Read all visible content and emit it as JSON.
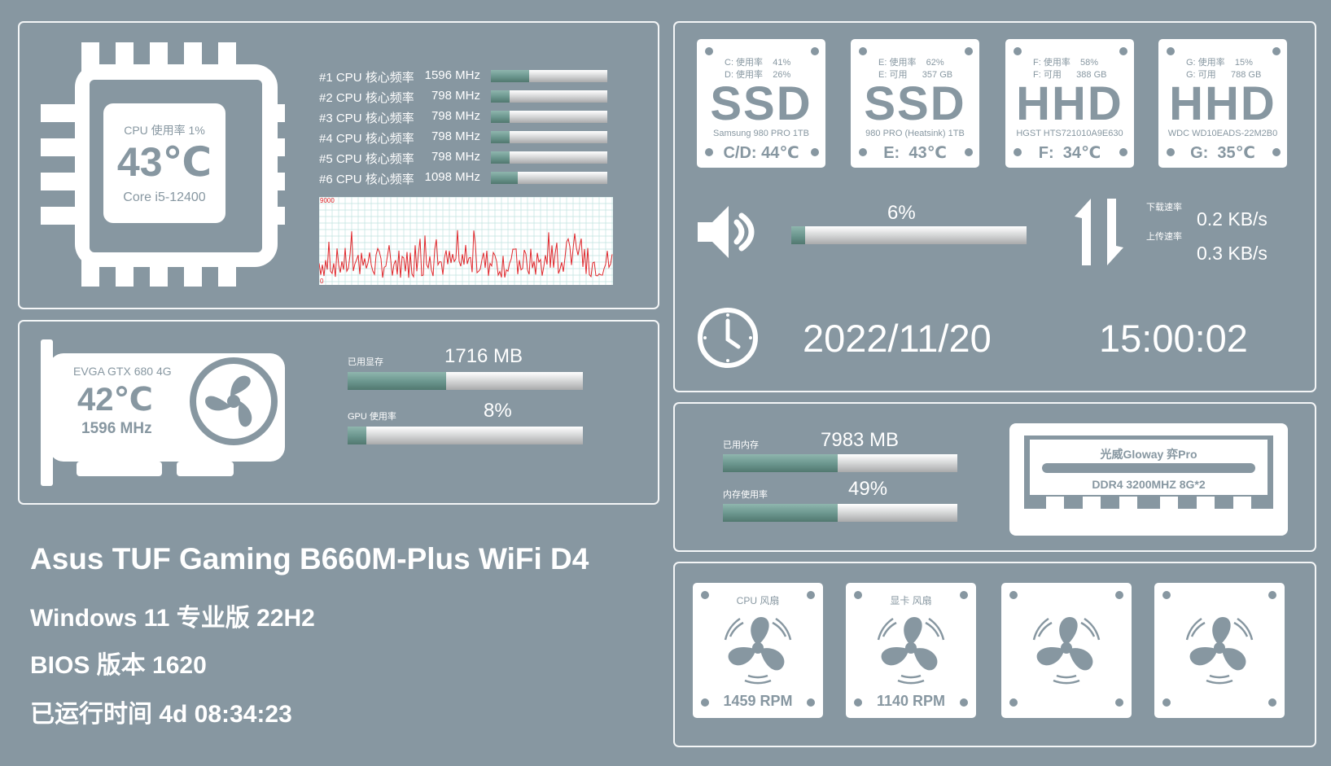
{
  "cpu": {
    "usage_label": "CPU 使用率 1%",
    "temp": "43℃",
    "model": "Core i5-12400",
    "cores": [
      {
        "label": "#1 CPU 核心频率",
        "value": "1596 MHz",
        "pct": 0.33
      },
      {
        "label": "#2 CPU 核心频率",
        "value": "798 MHz",
        "pct": 0.16
      },
      {
        "label": "#3 CPU 核心频率",
        "value": "798 MHz",
        "pct": 0.16
      },
      {
        "label": "#4 CPU 核心频率",
        "value": "798 MHz",
        "pct": 0.16
      },
      {
        "label": "#5 CPU 核心频率",
        "value": "798 MHz",
        "pct": 0.16
      },
      {
        "label": "#6 CPU 核心频率",
        "value": "1098 MHz",
        "pct": 0.23
      }
    ],
    "graph": {
      "max_label": "9000",
      "min_label": "0"
    }
  },
  "gpu": {
    "model": "EVGA GTX 680 4G",
    "temp": "42℃",
    "clock": "1596 MHz",
    "vram_label": "已用显存",
    "vram_value": "1716 MB",
    "vram_pct": 0.42,
    "usage_label": "GPU 使用率",
    "usage_value": "8%",
    "usage_pct": 0.08
  },
  "system": {
    "board": "Asus TUF Gaming B660M-Plus WiFi D4",
    "os": "Windows 11 专业版 22H2",
    "bios": "BIOS 版本 1620",
    "uptime": "已运行时间 4d 08:34:23"
  },
  "drives": [
    {
      "type": "SSD",
      "line1": "C: 使用率    41%",
      "line2": "D: 使用率    26%",
      "model": "Samsung 980 PRO 1TB",
      "temp": "C/D: 44℃"
    },
    {
      "type": "SSD",
      "line1": "E: 使用率    62%",
      "line2": "E: 可用      357 GB",
      "model": "980 PRO (Heatsink) 1TB",
      "temp": "E:  43℃"
    },
    {
      "type": "HHD",
      "line1": "F: 使用率    58%",
      "line2": "F: 可用      388 GB",
      "model": "HGST HTS721010A9E630",
      "temp": "F:  34℃"
    },
    {
      "type": "HHD",
      "line1": "G: 使用率    15%",
      "line2": "G: 可用      788 GB",
      "model": "WDC WD10EADS-22M2B0",
      "temp": "G:  35℃"
    }
  ],
  "volume": {
    "value": "6%",
    "pct": 0.06
  },
  "network": {
    "download_label": "下载速率",
    "download_value": "0.2 KB/s",
    "upload_label": "上传速率",
    "upload_value": "0.3 KB/s"
  },
  "clock": {
    "date": "2022/11/20",
    "time": "15:00:02"
  },
  "memory": {
    "used_label": "已用内存",
    "used_value": "7983 MB",
    "used_pct": 0.49,
    "usage_label": "内存使用率",
    "usage_value": "49%",
    "usage_pct": 0.49,
    "brand": "光威Gloway 弈Pro",
    "spec": "DDR4 3200MHZ 8G*2"
  },
  "fans": [
    {
      "label": "CPU 风扇",
      "rpm": "1459 RPM"
    },
    {
      "label": "显卡 风扇",
      "rpm": "1140 RPM"
    },
    {
      "label": "",
      "rpm": ""
    },
    {
      "label": "",
      "rpm": ""
    }
  ],
  "colors": {
    "background": "#8797a1",
    "fill": "#6a958d",
    "graph_line": "#e0262b"
  }
}
